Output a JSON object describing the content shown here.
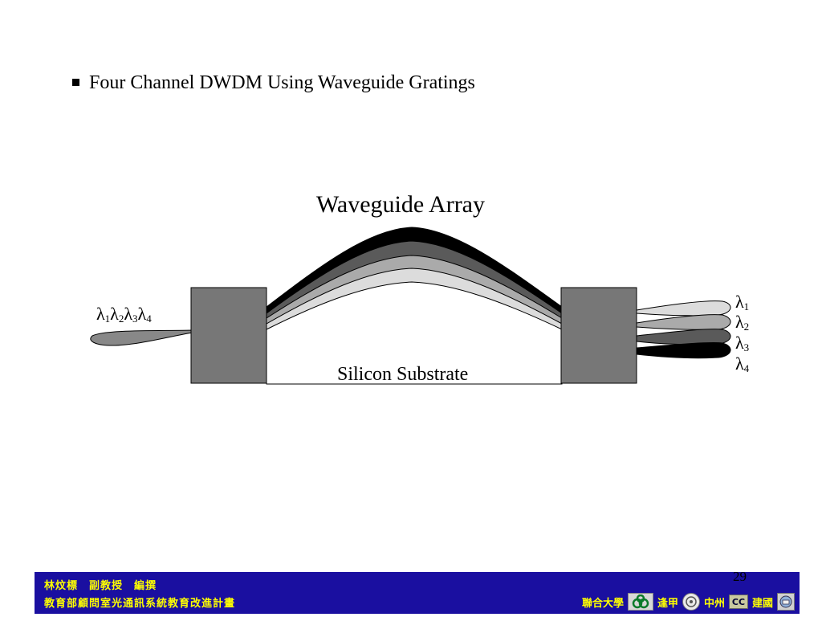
{
  "slide": {
    "heading": "Four Channel DWDM Using Waveguide Gratings",
    "page_number": "29"
  },
  "diagram": {
    "array_label": "Waveguide Array",
    "substrate_label": "Silicon Substrate",
    "input_label": {
      "symbol": "λ",
      "subs": [
        "1",
        "2",
        "3",
        "4"
      ]
    },
    "outputs": [
      {
        "symbol": "λ",
        "sub": "1",
        "color": "#dcdcdc"
      },
      {
        "symbol": "λ",
        "sub": "2",
        "color": "#aaaaaa"
      },
      {
        "symbol": "λ",
        "sub": "3",
        "color": "#5a5a5a"
      },
      {
        "symbol": "λ",
        "sub": "4",
        "color": "#000000"
      }
    ],
    "waveguide_colors": [
      "#000000",
      "#5a5a5a",
      "#aaaaaa",
      "#dcdcdc",
      "#ffffff"
    ],
    "coupler_color": "#777777"
  },
  "footer": {
    "line1": "林炆標　副教授　編撰",
    "line2": "教育部顧問室光通訊系統教育改進計畫",
    "partners": {
      "lianhe": "聯合大學",
      "fengjia": "逢甲",
      "zhongzhou": "中州",
      "cc_logo": "CC",
      "jianguo": "建國"
    },
    "logo_icons": [
      "lianhe-logo-icon",
      "fengjia-logo-icon",
      "cc-logo-icon",
      "jianguo-logo-icon"
    ],
    "background_color": "#1a0fa0",
    "text_color": "#ffff00"
  }
}
